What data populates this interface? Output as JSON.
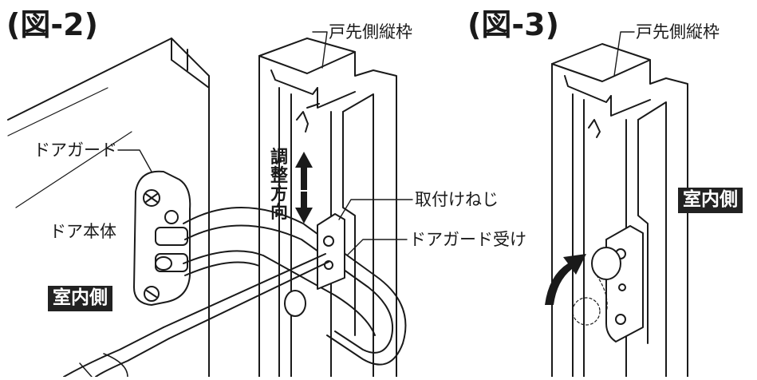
{
  "figure2": {
    "title": "(図-2)",
    "label_frame": "戸先側縦枠",
    "label_door_guard": "ドアガード",
    "label_door_body": "ドア本体",
    "badge_indoor": "室内側",
    "label_adjust": [
      "調",
      "整",
      "方",
      "向"
    ],
    "label_screw": "取付けねじ",
    "label_receiver": "ドアガード受け"
  },
  "figure3": {
    "title": "(図-3)",
    "label_frame": "戸先側縦枠",
    "badge_indoor": "室内側"
  }
}
